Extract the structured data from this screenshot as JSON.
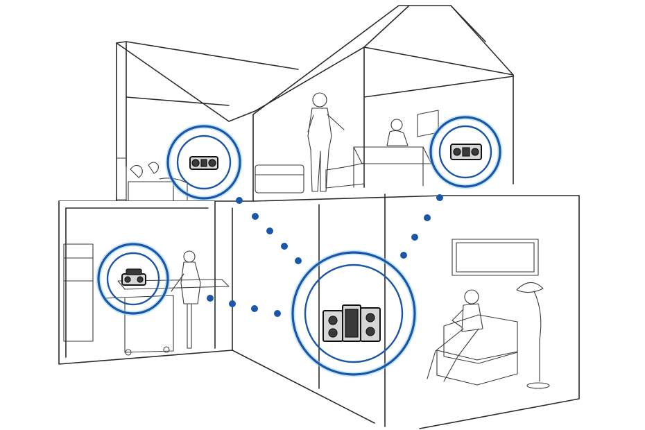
{
  "colors": {
    "accent_blue": "#1a55a6",
    "glow_blue": "#8fd0f2",
    "line": "#2a2a2a",
    "background": "#ffffff"
  },
  "speakers": [
    {
      "name": "bedroom-left-speaker",
      "icon": "speaker-icon"
    },
    {
      "name": "bedroom-right-speaker",
      "icon": "speaker-icon"
    },
    {
      "name": "kitchen-speaker",
      "icon": "speaker-icon"
    },
    {
      "name": "living-room-main-speaker",
      "icon": "speaker-icon"
    }
  ]
}
